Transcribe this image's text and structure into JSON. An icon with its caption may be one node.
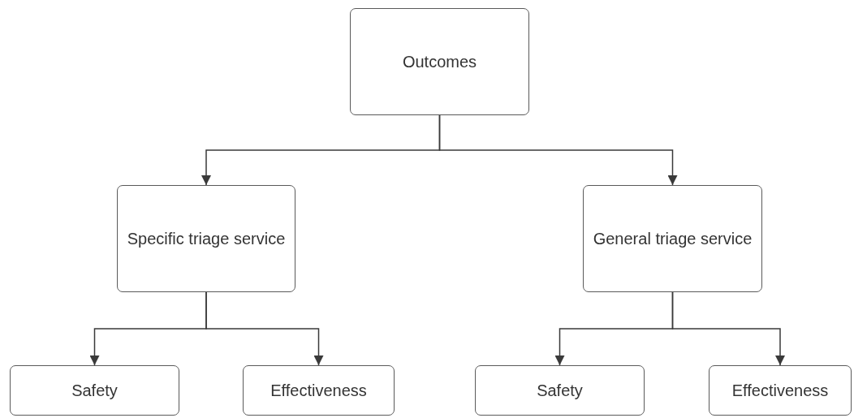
{
  "diagram": {
    "nodes": [
      {
        "text": [
          "Outcomes"
        ]
      },
      {
        "text": [
          "Specific triage service"
        ]
      },
      {
        "text": [
          "General triage service"
        ]
      },
      {
        "text": [
          "Safety"
        ]
      },
      {
        "text": [
          "Effectiveness"
        ]
      },
      {
        "text": [
          "Safety"
        ]
      },
      {
        "text": [
          "Effectiveness"
        ]
      }
    ],
    "edges": [
      {
        "from": 0,
        "to": 1,
        "arrow": "to"
      },
      {
        "from": 0,
        "to": 2,
        "arrow": "to"
      },
      {
        "from": 1,
        "to": 3,
        "arrow": "to"
      },
      {
        "from": 1,
        "to": 4,
        "arrow": "to"
      },
      {
        "from": 2,
        "to": 5,
        "arrow": "to"
      },
      {
        "from": 2,
        "to": 6,
        "arrow": "to"
      }
    ]
  }
}
